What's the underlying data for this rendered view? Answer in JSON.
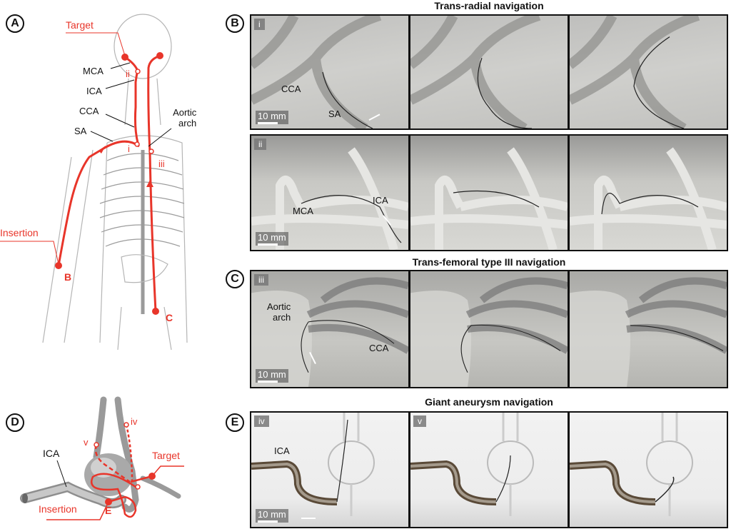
{
  "panels": {
    "A": "A",
    "B": "B",
    "C": "C",
    "D": "D",
    "E": "E"
  },
  "panel_a": {
    "target": "Target",
    "insertion": "Insertion",
    "mca": "MCA",
    "ica": "ICA",
    "cca": "CCA",
    "sa": "SA",
    "aortic": "Aortic",
    "arch": "arch",
    "b": "B",
    "c": "C",
    "i": "i",
    "ii": "ii",
    "iii": "iii"
  },
  "panel_d": {
    "ica": "ICA",
    "target": "Target",
    "insertion": "Insertion",
    "e": "E",
    "iv": "iv",
    "v": "v"
  },
  "titles": {
    "trans_radial": "Trans-radial navigation",
    "trans_femoral": "Trans-femoral type III navigation",
    "aneurysm": "Giant aneurysm navigation"
  },
  "rows": {
    "b_i": {
      "tag": "i",
      "labels": {
        "cca": "CCA",
        "sa": "SA"
      }
    },
    "b_ii": {
      "tag": "ii",
      "labels": {
        "mca": "MCA",
        "ica": "ICA"
      }
    },
    "c_iii": {
      "tag": "iii",
      "labels": {
        "aortic": "Aortic",
        "arch": "arch",
        "cca": "CCA"
      }
    },
    "e_iv": {
      "tag": "iv",
      "labels": {
        "ica": "ICA"
      }
    },
    "e_v": {
      "tag": "v"
    }
  },
  "scale_bar": "10 mm",
  "colors": {
    "accent": "#e8352a",
    "ink": "#111111"
  }
}
